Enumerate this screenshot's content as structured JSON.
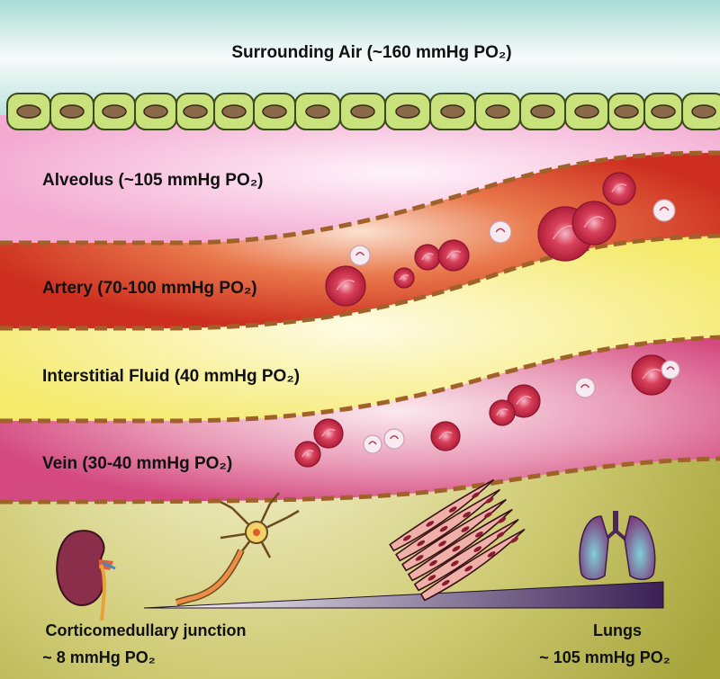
{
  "layers": {
    "air": {
      "label": "Surrounding Air (~160 mmHg PO₂)",
      "color": "#bfe4de"
    },
    "epithelium": {
      "color": "#c8e07a"
    },
    "alveolus": {
      "label": "Alveolus (~105 mmHg PO₂)",
      "color": "#f4b3d6"
    },
    "artery": {
      "label": "Artery (70-100 mmHg PO₂)",
      "color": "#d23a22"
    },
    "interstitial": {
      "label": "Interstitial Fluid (40 mmHg PO₂)",
      "color": "#f5ef7e"
    },
    "vein": {
      "label": "Vein (30-40 mmHg PO₂)",
      "color": "#d84e84"
    },
    "tissue": {
      "color": "#b5b34a"
    }
  },
  "gradient": {
    "low_end": {
      "line1": "Corticomedullary junction",
      "line2": "~ 8 mmHg PO₂"
    },
    "high_end": {
      "line1": "Lungs",
      "line2": "~ 105 mmHg PO₂"
    },
    "low_color": "#ffffff",
    "high_color": "#3a1f55"
  },
  "icons": [
    "kidney-icon",
    "neuron-icon",
    "muscle-fibers-icon",
    "lungs-icon"
  ],
  "colors": {
    "membrane": "#a0622a",
    "red_cell": "#d8334e",
    "white_cell": "#f6e7ee"
  }
}
